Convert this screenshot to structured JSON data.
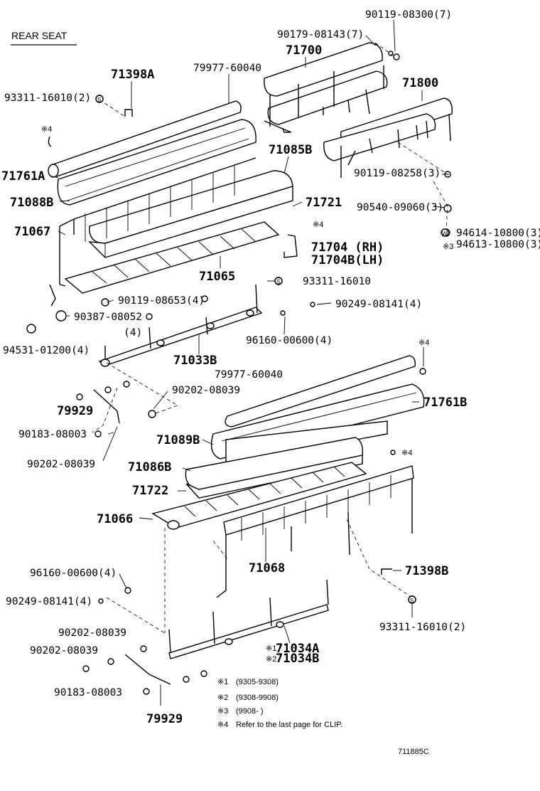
{
  "title": "REAR SEAT",
  "labels": {
    "l01": "90119-08300(7)",
    "l02": "90179-08143(7)",
    "l03": "71700",
    "l04": "71800",
    "l05": "71398A",
    "l06": "79977-60040",
    "l07": "93311-16010(2)",
    "l08": "※4",
    "l09": "71761A",
    "l10": "71085B",
    "l11": "71088B",
    "l12": "71721",
    "l13": "90119-08258(3)",
    "l14": "90540-09060(3)",
    "l15": "71067",
    "l16": "※4",
    "l17": "※3",
    "l17b": "94614-10800(3)",
    "l18": "94613-10800(3)",
    "l19": "71704 (RH)",
    "l20": "71704B(LH)",
    "l21": "71065",
    "l22": "93311-16010",
    "l23": "90119-08653(4)",
    "l24": "90387-08052",
    "l25": "(4)",
    "l26": "90249-08141(4)",
    "l27": "94531-01200(4)",
    "l28": "96160-00600(4)",
    "l29": "71033B",
    "l30": "※4",
    "l31": "79977-60040",
    "l32": "90202-08039",
    "l33": "71761B",
    "l34": "79929",
    "l35": "90183-08003",
    "l36": "71089B",
    "l37": "90202-08039",
    "l38": "※4",
    "l39": "71086B",
    "l40": "71722",
    "l41": "71066",
    "l42": "71068",
    "l43": "96160-00600(4)",
    "l44": "71398B",
    "l45": "90249-08141(4)",
    "l46": "93311-16010(2)",
    "l47": "90202-08039",
    "l48": "90202-08039",
    "l49": "※1",
    "l49b": "71034A",
    "l50": "※2",
    "l50b": "71034B",
    "l51": "90183-08003",
    "l52": "79929"
  },
  "notes": [
    {
      "mark": "※1",
      "text": "(9305-9308)"
    },
    {
      "mark": "※2",
      "text": "(9308-9908)"
    },
    {
      "mark": "※3",
      "text": "(9908-      )"
    },
    {
      "mark": "※4",
      "text": "Refer to the last page for CLIP."
    }
  ],
  "diagram_code": "711885C",
  "fastener_markers": {
    "washer_s": "S",
    "washer_w": "W"
  }
}
